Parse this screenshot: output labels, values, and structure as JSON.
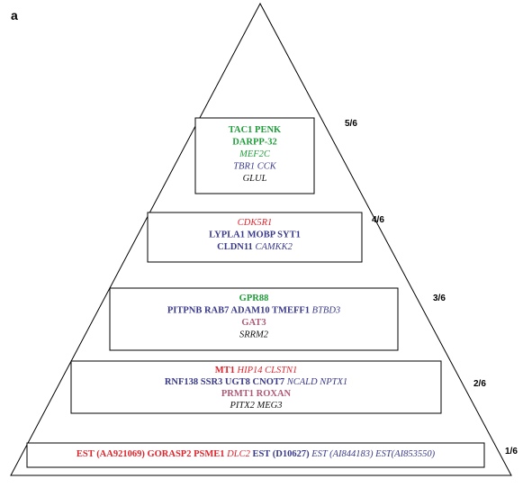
{
  "panel_label": "a",
  "colors": {
    "green": "#1f9e3a",
    "blue": "#3a3a8c",
    "red": "#e0242c",
    "mauve": "#b05a78",
    "black": "#111111"
  },
  "tiers": [
    {
      "ratio": "5/6",
      "lines": [
        [
          {
            "text": "TAC1  PENK",
            "color": "green",
            "bold": true,
            "italic": false
          }
        ],
        [
          {
            "text": "DARPP-32",
            "color": "green",
            "bold": true,
            "italic": false
          }
        ],
        [
          {
            "text": "MEF2C",
            "color": "green",
            "bold": false,
            "italic": true
          }
        ],
        [
          {
            "text": "TBR1 CCK",
            "color": "blue",
            "bold": false,
            "italic": true
          }
        ],
        [
          {
            "text": "GLUL",
            "color": "black",
            "bold": false,
            "italic": true
          }
        ]
      ]
    },
    {
      "ratio": "4/6",
      "lines": [
        [
          {
            "text": "CDK5R1",
            "color": "red",
            "bold": false,
            "italic": true
          }
        ],
        [
          {
            "text": "LYPLA1  MOBP   SYT1",
            "color": "blue",
            "bold": true,
            "italic": false
          }
        ],
        [
          {
            "text": "CLDN11 ",
            "color": "blue",
            "bold": true,
            "italic": false
          },
          {
            "text": "CAMKK2",
            "color": "blue",
            "bold": false,
            "italic": true
          }
        ]
      ]
    },
    {
      "ratio": "3/6",
      "lines": [
        [
          {
            "text": "GPR88",
            "color": "green",
            "bold": true,
            "italic": false
          }
        ],
        [
          {
            "text": "PITPNB   RAB7   ADAM10   TMEFF1  ",
            "color": "blue",
            "bold": true,
            "italic": false
          },
          {
            "text": "BTBD3",
            "color": "blue",
            "bold": false,
            "italic": true
          }
        ],
        [
          {
            "text": "GAT3",
            "color": "mauve",
            "bold": true,
            "italic": false
          }
        ],
        [
          {
            "text": "SRRM2",
            "color": "black",
            "bold": false,
            "italic": true
          }
        ]
      ]
    },
    {
      "ratio": "2/6",
      "lines": [
        [
          {
            "text": "MT1  ",
            "color": "red",
            "bold": true,
            "italic": false
          },
          {
            "text": "HIP14  CLSTN1",
            "color": "red",
            "bold": false,
            "italic": true
          }
        ],
        [
          {
            "text": "RNF138   SSR3  UGT8   CNOT7  ",
            "color": "blue",
            "bold": true,
            "italic": false
          },
          {
            "text": "NCALD   NPTX1",
            "color": "blue",
            "bold": false,
            "italic": true
          }
        ],
        [
          {
            "text": "PRMT1   ROXAN",
            "color": "mauve",
            "bold": true,
            "italic": false
          }
        ],
        [
          {
            "text": "PITX2    MEG3",
            "color": "black",
            "bold": false,
            "italic": true
          }
        ]
      ]
    },
    {
      "ratio": "1/6",
      "lines": [
        [
          {
            "text": "EST (AA921069)   GORASP2   PSME1  ",
            "color": "red",
            "bold": true,
            "italic": false
          },
          {
            "text": "DLC2",
            "color": "red",
            "bold": false,
            "italic": true
          },
          {
            "text": "       EST (D10627)  ",
            "color": "blue",
            "bold": true,
            "italic": false
          },
          {
            "text": "EST (AI844183)   EST(AI853550)",
            "color": "blue",
            "bold": false,
            "italic": true
          }
        ]
      ]
    }
  ]
}
